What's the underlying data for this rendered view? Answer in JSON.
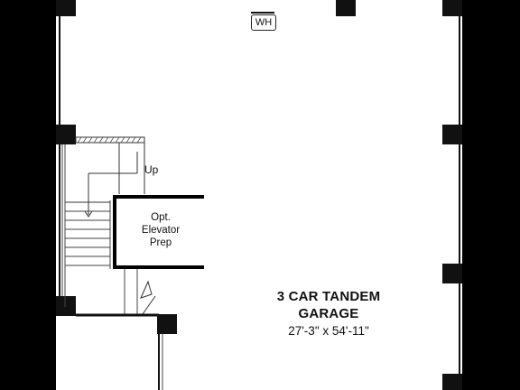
{
  "plan": {
    "water_heater_label": "WH",
    "stair_label": "Up",
    "elevator": {
      "line1": "Opt.",
      "line2": "Elevator",
      "line3": "Prep"
    },
    "garage": {
      "title_line1": "3 CAR TANDEM",
      "title_line2": "GARAGE",
      "dimensions": "27'-3\" x 54'-11\""
    }
  }
}
